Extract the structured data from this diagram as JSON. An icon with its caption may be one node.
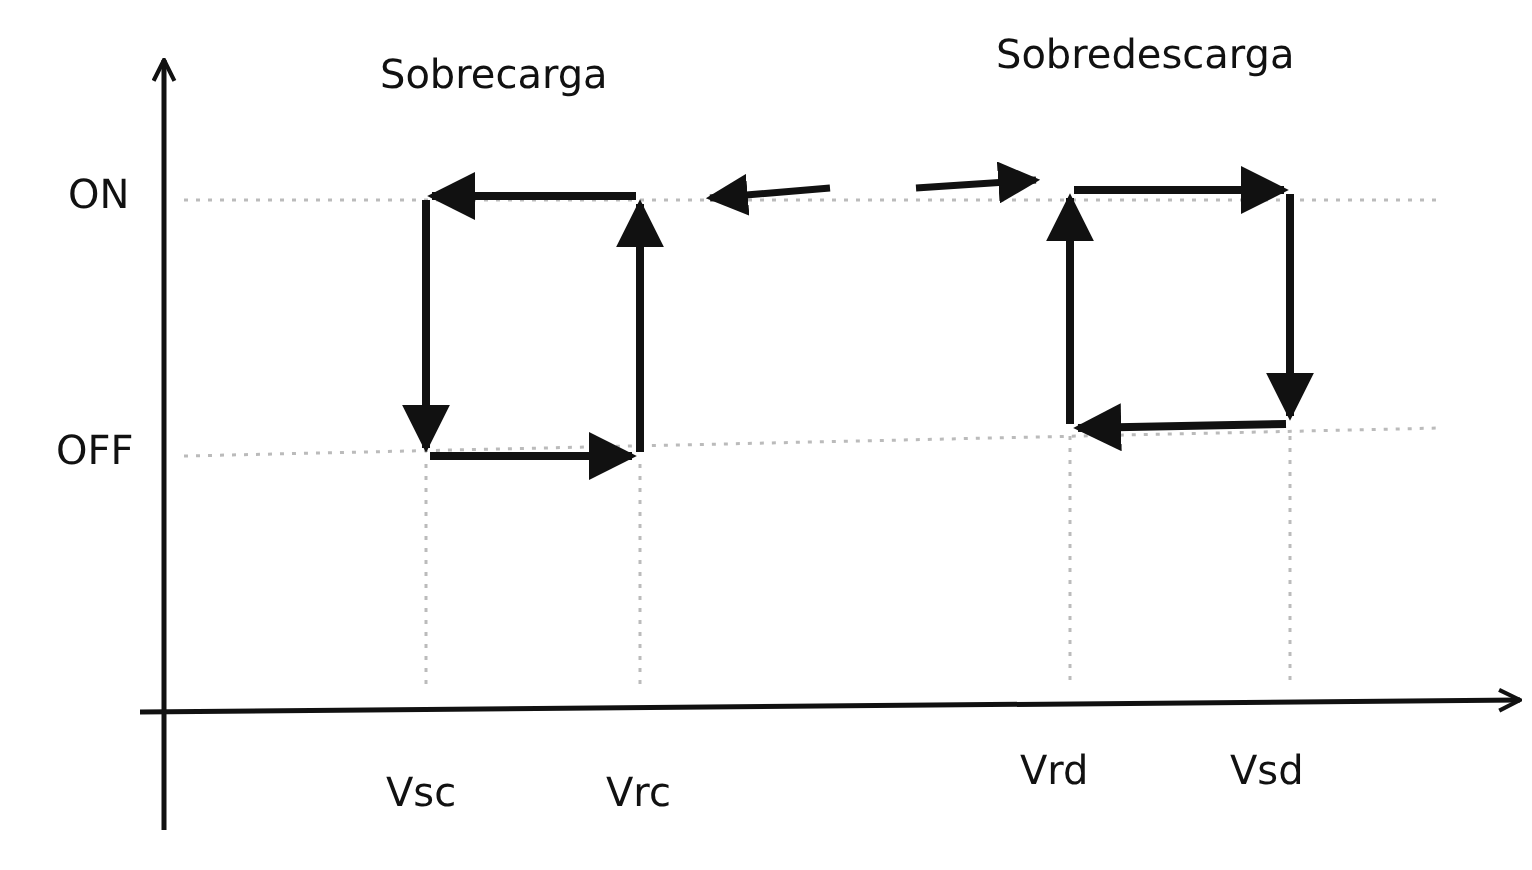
{
  "diagram": {
    "labels": [
      "Sobrecarga",
      "Sobredescarga",
      "ON",
      "OFF",
      "Vsc",
      "Vrc",
      "Vrd",
      "Vsd"
    ]
  }
}
